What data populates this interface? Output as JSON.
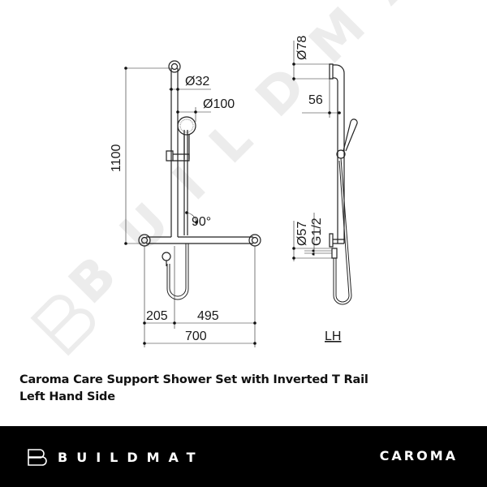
{
  "drawing": {
    "front_view": {
      "dimensions": {
        "height": "1100",
        "rail_diameter": "Ø32",
        "head_diameter": "Ø100",
        "angle": "90°",
        "left_offset": "205",
        "right_offset": "495",
        "total_width": "700"
      }
    },
    "side_view": {
      "dimensions": {
        "flange_diameter": "Ø78",
        "projection": "56",
        "outlet_diameter": "Ø57",
        "thread": "G1/2"
      },
      "label": "LH"
    },
    "watermark": "BUILDMAT"
  },
  "caption": {
    "line1": "Caroma Care Support Shower Set with Inverted T Rail",
    "line2": "Left Hand Side"
  },
  "footer": {
    "left_brand": "BUILDMAT",
    "right_brand": "CAROMA",
    "background": "#000000",
    "text_color": "#ffffff"
  }
}
